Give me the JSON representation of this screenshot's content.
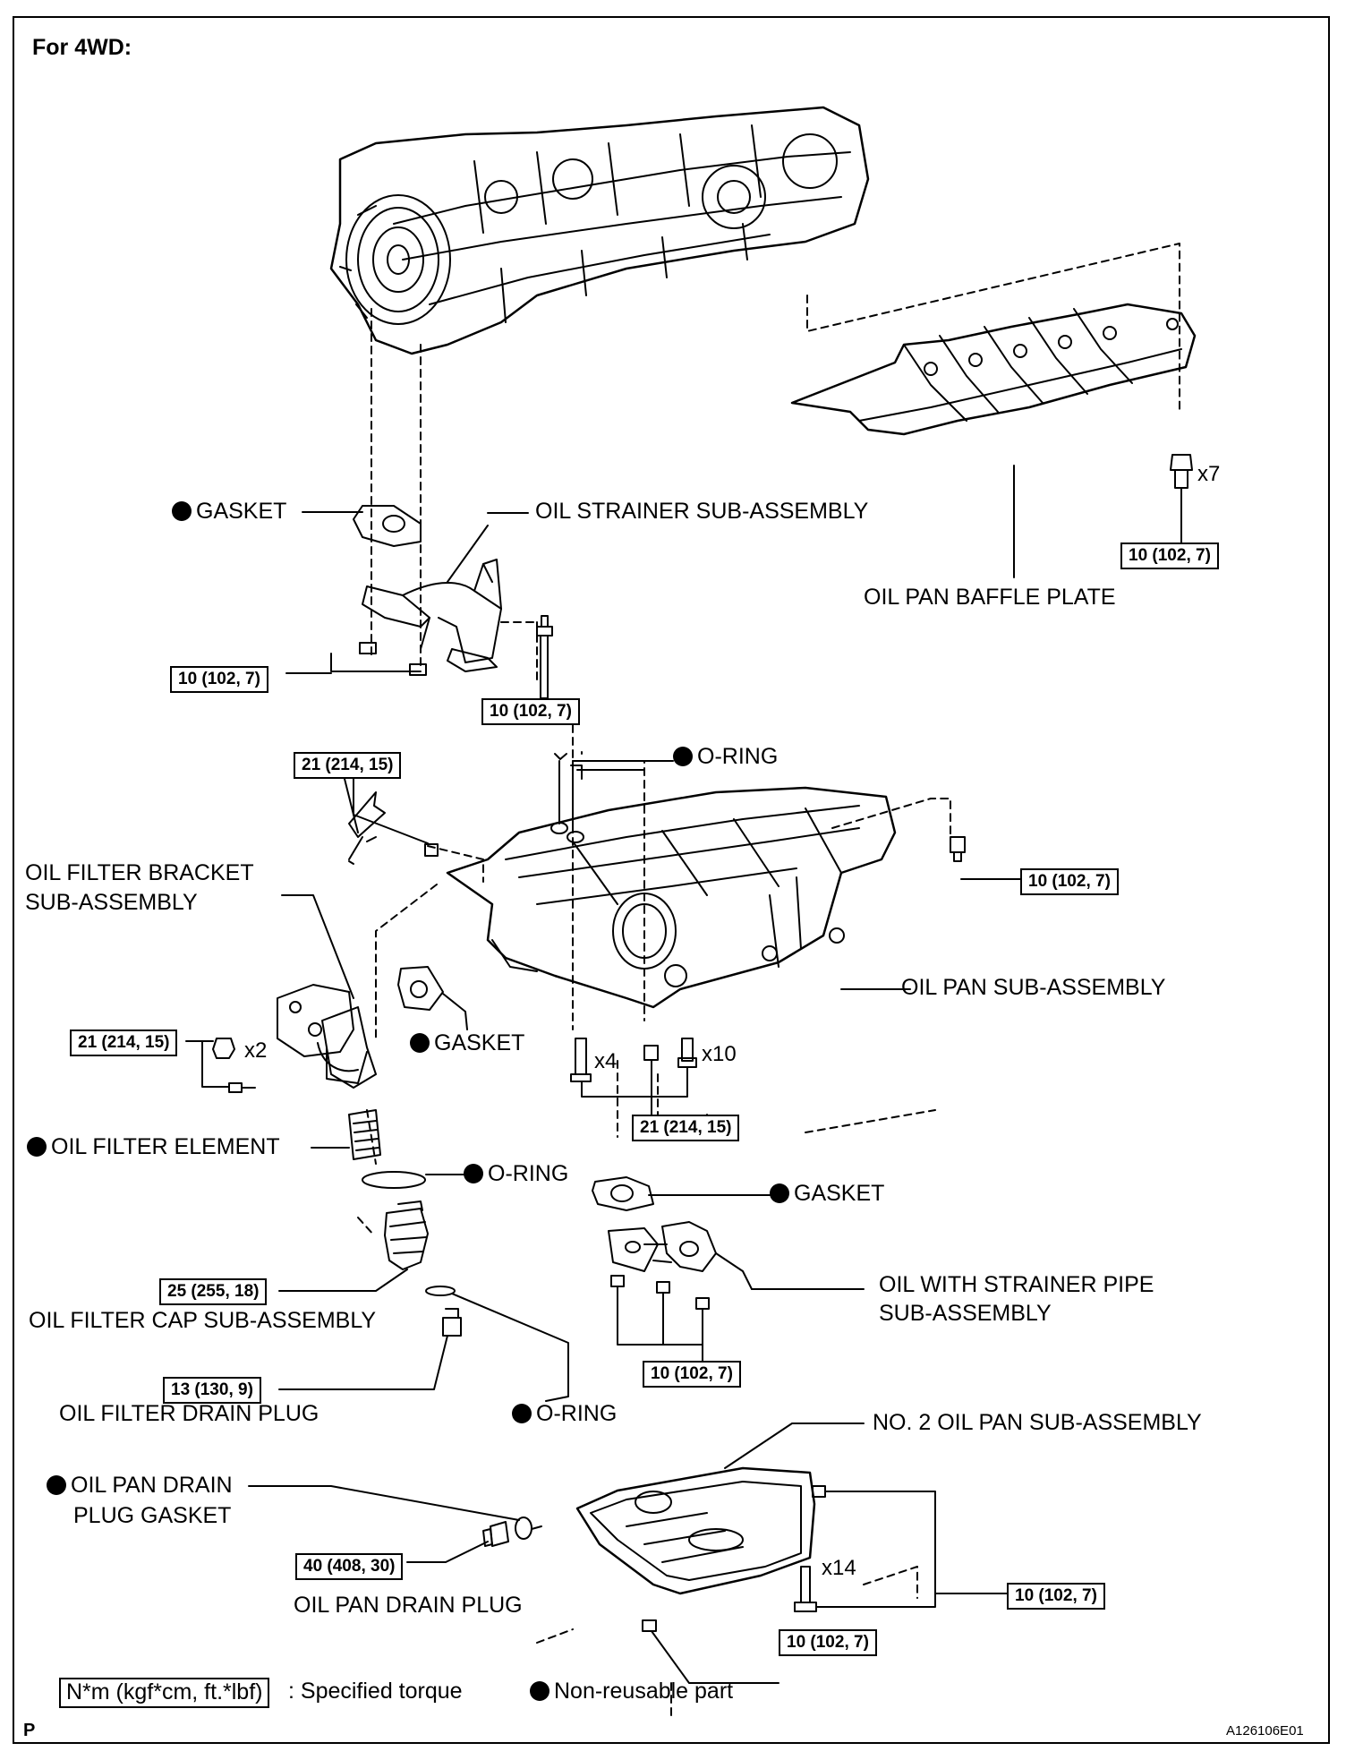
{
  "header": {
    "title": "For 4WD:"
  },
  "labels": {
    "gasket_top": "GASKET",
    "oil_strainer": "OIL STRAINER SUB-ASSEMBLY",
    "baffle": "OIL PAN BAFFLE PLATE",
    "oring_top": "O-RING",
    "bracket_line1": "OIL FILTER BRACKET",
    "bracket_line2": "SUB-ASSEMBLY",
    "gasket_mid": "GASKET",
    "oil_pan": "OIL PAN SUB-ASSEMBLY",
    "filter_element": "OIL FILTER ELEMENT",
    "oring_mid": "O-RING",
    "gasket_pipe": "GASKET",
    "pipe_line1": "OIL WITH STRAINER PIPE",
    "pipe_line2": "SUB-ASSEMBLY",
    "filter_cap": "OIL FILTER CAP SUB-ASSEMBLY",
    "drain_plug_filter": "OIL FILTER DRAIN PLUG",
    "oring_low": "O-RING",
    "no2_pan": "NO. 2 OIL PAN SUB-ASSEMBLY",
    "drain_gasket_line1": "OIL PAN DRAIN",
    "drain_gasket_line2": "PLUG GASKET",
    "drain_plug": "OIL PAN DRAIN PLUG"
  },
  "quantities": {
    "baffle_bolts": "x7",
    "bracket_bolts": "x2",
    "pan_bolts_a": "x4",
    "pan_bolts_b": "x10",
    "no2_bolts": "x14"
  },
  "torques": {
    "t10": "10 (102, 7)",
    "t21": "21 (214, 15)",
    "t25": "25 (255, 18)",
    "t13": "13 (130, 9)",
    "t40": "40 (408, 30)"
  },
  "legend": {
    "torque_box": "N*m (kgf*cm, ft.*lbf)",
    "torque_text": ": Specified torque",
    "nonreusable": "Non-reusable part"
  },
  "footer": {
    "left": "P",
    "right": "A126106E01"
  }
}
